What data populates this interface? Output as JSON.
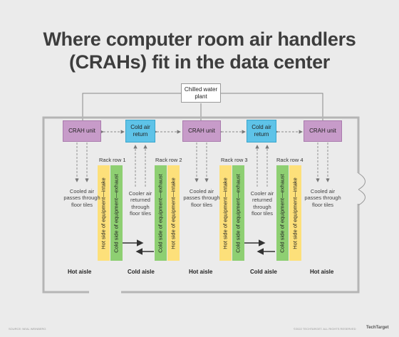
{
  "title": {
    "line1": "Where computer room air handlers",
    "line2": "(CRAHs) fit in the data center"
  },
  "plant": "Chilled water plant",
  "crah_units": [
    "CRAH unit",
    "CRAH unit",
    "CRAH unit"
  ],
  "cold_air_returns": [
    "Cold air return",
    "Cold air return"
  ],
  "rack_rows": [
    "Rack row 1",
    "Rack row 2",
    "Rack row 3",
    "Rack row 4"
  ],
  "rack_sides": {
    "hot": "Hot side of equipment—intake",
    "cold": "Cold side of equipment—exhaust"
  },
  "cooled_air_label": "Cooled air passes through floor tiles",
  "cooler_air_label": "Cooler air returned through floor tiles",
  "aisles": [
    "Hot aisle",
    "Cold aisle",
    "Hot aisle",
    "Cold aisle",
    "Hot aisle"
  ],
  "footer": {
    "source": "SOURCE: NEAL WEINBERG",
    "copyright": "©2022 TECHTARGET. ALL RIGHTS RESERVED",
    "brand": "TechTarget"
  },
  "colors": {
    "background": "#ebebeb",
    "crah": "#c79bc9",
    "cold_return": "#5ec3e8",
    "hot_side": "#fde07a",
    "cold_side": "#8ecf72"
  }
}
